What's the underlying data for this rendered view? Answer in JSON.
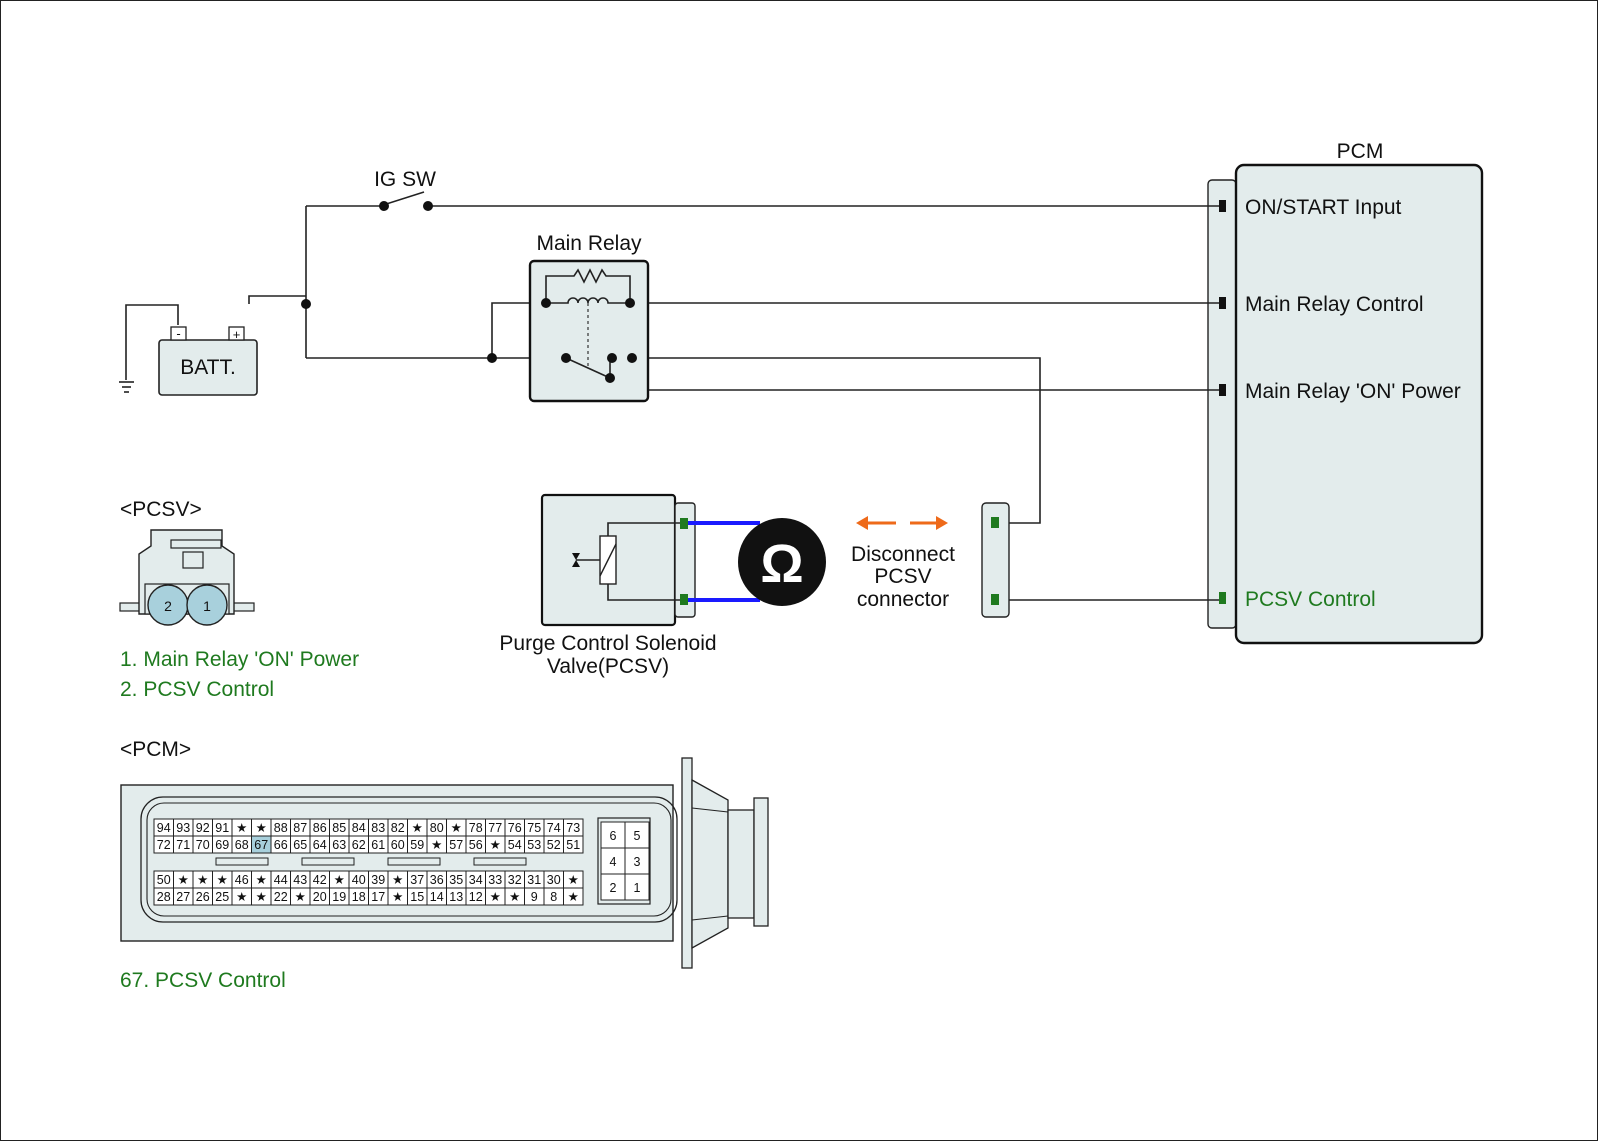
{
  "colors": {
    "accent_green": "#1f7a1f",
    "meter_wire": "#1a1aff",
    "arrow": "#ee6a1a",
    "box_fill": "#e3ecec",
    "highlight_pin": "#a8d0dc"
  },
  "labels": {
    "ig_sw": "IG SW",
    "main_relay": "Main Relay",
    "batt": "BATT.",
    "batt_neg": "-",
    "batt_pos": "+",
    "pcm_title": "PCM",
    "pcsv_valve": [
      "Purge Control Solenoid",
      "Valve(PCSV)"
    ],
    "disconnect": [
      "Disconnect",
      "PCSV",
      "connector"
    ],
    "ohm_symbol": "Ω"
  },
  "pcm_pins": [
    "ON/START Input",
    "Main Relay Control",
    "Main Relay 'ON' Power",
    "PCSV Control"
  ],
  "pcsv_connector": {
    "title": "<PCSV>",
    "pins": [
      "2",
      "1"
    ],
    "legend": [
      "1. Main Relay 'ON' Power",
      "2. PCSV Control"
    ]
  },
  "pcm_connector": {
    "title": "<PCM>",
    "row1": [
      "94",
      "93",
      "92",
      "91",
      "★",
      "★",
      "88",
      "87",
      "86",
      "85",
      "84",
      "83",
      "82",
      "★",
      "80",
      "★",
      "78",
      "77",
      "76",
      "75",
      "74",
      "73"
    ],
    "row2": [
      "72",
      "71",
      "70",
      "69",
      "68",
      "67",
      "66",
      "65",
      "64",
      "63",
      "62",
      "61",
      "60",
      "59",
      "★",
      "57",
      "56",
      "★",
      "54",
      "53",
      "52",
      "51"
    ],
    "row3": [
      "50",
      "★",
      "★",
      "★",
      "46",
      "★",
      "44",
      "43",
      "42",
      "★",
      "40",
      "39",
      "★",
      "37",
      "36",
      "35",
      "34",
      "33",
      "32",
      "31",
      "30",
      "★"
    ],
    "row4": [
      "28",
      "27",
      "26",
      "25",
      "★",
      "★",
      "22",
      "★",
      "20",
      "19",
      "18",
      "17",
      "★",
      "15",
      "14",
      "13",
      "12",
      "★",
      "★",
      "9",
      "8",
      "★"
    ],
    "highlight": "67",
    "small_block": [
      [
        "6",
        "5"
      ],
      [
        "4",
        "3"
      ],
      [
        "2",
        "1"
      ]
    ],
    "legend": "67. PCSV Control"
  }
}
